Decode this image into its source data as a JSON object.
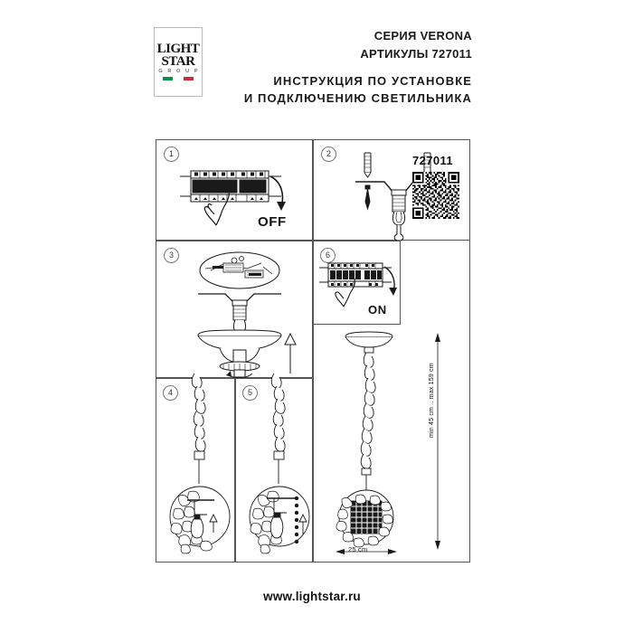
{
  "document": {
    "brand": {
      "line1": "LIGHT",
      "line2": "STAR",
      "line3": "G R O U P",
      "flag_colors": [
        "#009246",
        "#ffffff",
        "#ce2b37"
      ]
    },
    "header": {
      "series": "СЕРИЯ VERONA",
      "articles": "АРТИКУЛЫ 727011",
      "title_line1": "ИНСТРУКЦИЯ ПО УСТАНОВКЕ",
      "title_line2": "И ПОДКЛЮЧЕНИЮ СВЕТИЛЬНИКА"
    },
    "steps": [
      {
        "number": "1",
        "label": "OFF",
        "description": "switch off circuit breaker"
      },
      {
        "number": "2",
        "label": "",
        "description": "mount bracket with dowels and screws"
      },
      {
        "number": "3",
        "label": "",
        "description": "connect wires and fix ceiling cup"
      },
      {
        "number": "4",
        "label": "",
        "description": "hang chain and sphere shade"
      },
      {
        "number": "5",
        "label": "",
        "description": "install lamp bulb and crystals"
      },
      {
        "number": "6",
        "label": "ON",
        "description": "switch on circuit breaker"
      }
    ],
    "product": {
      "article_number": "727011",
      "qr_alt": "qr-code",
      "height_label": "min 45 cm .. max 159 cm",
      "width_label": "25 cm"
    },
    "footer": {
      "website": "www.lightstar.ru"
    },
    "colors": {
      "ink": "#1a1a1a",
      "line": "#555555",
      "background": "#ffffff"
    }
  }
}
